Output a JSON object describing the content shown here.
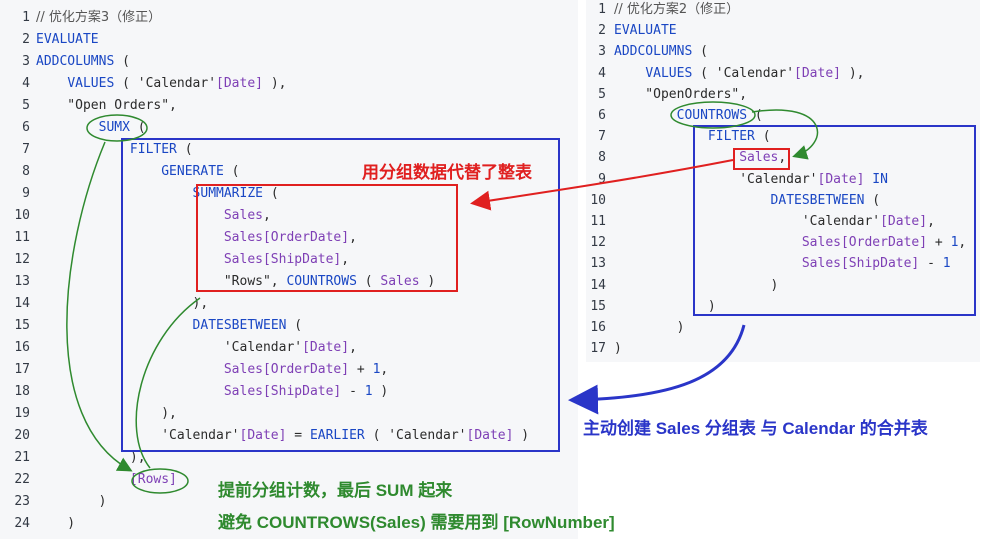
{
  "left": {
    "lines": [
      {
        "n": "1",
        "t": [
          [
            "cm",
            "// 优化方案3（修正）"
          ]
        ]
      },
      {
        "n": "2",
        "t": [
          [
            "kw",
            "EVALUATE"
          ]
        ]
      },
      {
        "n": "3",
        "t": [
          [
            "kw",
            "ADDCOLUMNS"
          ],
          [
            "str",
            " ("
          ]
        ]
      },
      {
        "n": "4",
        "t": [
          [
            "str",
            "    "
          ],
          [
            "kw",
            "VALUES"
          ],
          [
            "str",
            " ( 'Calendar'"
          ],
          [
            "col",
            "[Date]"
          ],
          [
            "str",
            " ),"
          ]
        ]
      },
      {
        "n": "5",
        "t": [
          [
            "str",
            "    \"Open Orders\","
          ]
        ]
      },
      {
        "n": "6",
        "t": [
          [
            "str",
            "        "
          ],
          [
            "kw",
            "SUMX"
          ],
          [
            "str",
            " ("
          ]
        ]
      },
      {
        "n": "7",
        "t": [
          [
            "str",
            "            "
          ],
          [
            "kw",
            "FILTER"
          ],
          [
            "str",
            " ("
          ]
        ]
      },
      {
        "n": "8",
        "t": [
          [
            "str",
            "                "
          ],
          [
            "kw",
            "GENERATE"
          ],
          [
            "str",
            " ("
          ]
        ]
      },
      {
        "n": "9",
        "t": [
          [
            "str",
            "                    "
          ],
          [
            "kw",
            "SUMMARIZE"
          ],
          [
            "str",
            " ("
          ]
        ]
      },
      {
        "n": "10",
        "t": [
          [
            "str",
            "                        "
          ],
          [
            "tbl",
            "Sales"
          ],
          [
            "str",
            ","
          ]
        ]
      },
      {
        "n": "11",
        "t": [
          [
            "str",
            "                        "
          ],
          [
            "tbl",
            "Sales"
          ],
          [
            "col",
            "[OrderDate]"
          ],
          [
            "str",
            ","
          ]
        ]
      },
      {
        "n": "12",
        "t": [
          [
            "str",
            "                        "
          ],
          [
            "tbl",
            "Sales"
          ],
          [
            "col",
            "[ShipDate]"
          ],
          [
            "str",
            ","
          ]
        ]
      },
      {
        "n": "13",
        "t": [
          [
            "str",
            "                        \"Rows\", "
          ],
          [
            "kw",
            "COUNTROWS"
          ],
          [
            "str",
            " ( "
          ],
          [
            "tbl",
            "Sales"
          ],
          [
            "str",
            " )"
          ]
        ]
      },
      {
        "n": "14",
        "t": [
          [
            "str",
            "                    ),"
          ]
        ]
      },
      {
        "n": "15",
        "t": [
          [
            "str",
            "                    "
          ],
          [
            "kw",
            "DATESBETWEEN"
          ],
          [
            "str",
            " ("
          ]
        ]
      },
      {
        "n": "16",
        "t": [
          [
            "str",
            "                        'Calendar'"
          ],
          [
            "col",
            "[Date]"
          ],
          [
            "str",
            ","
          ]
        ]
      },
      {
        "n": "17",
        "t": [
          [
            "str",
            "                        "
          ],
          [
            "tbl",
            "Sales"
          ],
          [
            "col",
            "[OrderDate]"
          ],
          [
            "str",
            " + "
          ],
          [
            "num",
            "1"
          ],
          [
            "str",
            ","
          ]
        ]
      },
      {
        "n": "18",
        "t": [
          [
            "str",
            "                        "
          ],
          [
            "tbl",
            "Sales"
          ],
          [
            "col",
            "[ShipDate]"
          ],
          [
            "str",
            " - "
          ],
          [
            "num",
            "1"
          ],
          [
            "str",
            " )"
          ]
        ]
      },
      {
        "n": "19",
        "t": [
          [
            "str",
            "                ),"
          ]
        ]
      },
      {
        "n": "20",
        "t": [
          [
            "str",
            "                'Calendar'"
          ],
          [
            "col",
            "[Date]"
          ],
          [
            "str",
            " = "
          ],
          [
            "kw",
            "EARLIER"
          ],
          [
            "str",
            " ( 'Calendar'"
          ],
          [
            "col",
            "[Date]"
          ],
          [
            "str",
            " )"
          ]
        ]
      },
      {
        "n": "21",
        "t": [
          [
            "str",
            "            ),"
          ]
        ]
      },
      {
        "n": "22",
        "t": [
          [
            "str",
            "            "
          ],
          [
            "col",
            "[Rows]"
          ]
        ]
      },
      {
        "n": "23",
        "t": [
          [
            "str",
            "        )"
          ]
        ]
      },
      {
        "n": "24",
        "t": [
          [
            "str",
            "    )"
          ]
        ]
      }
    ]
  },
  "right": {
    "lines": [
      {
        "n": "1",
        "t": [
          [
            "cm",
            "// 优化方案2（修正）"
          ]
        ]
      },
      {
        "n": "2",
        "t": [
          [
            "kw",
            "EVALUATE"
          ]
        ]
      },
      {
        "n": "3",
        "t": [
          [
            "kw",
            "ADDCOLUMNS"
          ],
          [
            "str",
            " ("
          ]
        ]
      },
      {
        "n": "4",
        "t": [
          [
            "str",
            "    "
          ],
          [
            "kw",
            "VALUES"
          ],
          [
            "str",
            " ( 'Calendar'"
          ],
          [
            "col",
            "[Date]"
          ],
          [
            "str",
            " ),"
          ]
        ]
      },
      {
        "n": "5",
        "t": [
          [
            "str",
            "    \"OpenOrders\","
          ]
        ]
      },
      {
        "n": "6",
        "t": [
          [
            "str",
            "        "
          ],
          [
            "kw",
            "COUNTROWS"
          ],
          [
            "str",
            " ("
          ]
        ]
      },
      {
        "n": "7",
        "t": [
          [
            "str",
            "            "
          ],
          [
            "kw",
            "FILTER"
          ],
          [
            "str",
            " ("
          ]
        ]
      },
      {
        "n": "8",
        "t": [
          [
            "str",
            "                "
          ],
          [
            "tbl",
            "Sales"
          ],
          [
            "str",
            ","
          ]
        ]
      },
      {
        "n": "9",
        "t": [
          [
            "str",
            "                'Calendar'"
          ],
          [
            "col",
            "[Date]"
          ],
          [
            "str",
            " "
          ],
          [
            "kw",
            "IN"
          ]
        ]
      },
      {
        "n": "10",
        "t": [
          [
            "str",
            "                    "
          ],
          [
            "kw",
            "DATESBETWEEN"
          ],
          [
            "str",
            " ("
          ]
        ]
      },
      {
        "n": "11",
        "t": [
          [
            "str",
            "                        'Calendar'"
          ],
          [
            "col",
            "[Date]"
          ],
          [
            "str",
            ","
          ]
        ]
      },
      {
        "n": "12",
        "t": [
          [
            "str",
            "                        "
          ],
          [
            "tbl",
            "Sales"
          ],
          [
            "col",
            "[OrderDate]"
          ],
          [
            "str",
            " + "
          ],
          [
            "num",
            "1"
          ],
          [
            "str",
            ","
          ]
        ]
      },
      {
        "n": "13",
        "t": [
          [
            "str",
            "                        "
          ],
          [
            "tbl",
            "Sales"
          ],
          [
            "col",
            "[ShipDate]"
          ],
          [
            "str",
            " - "
          ],
          [
            "num",
            "1"
          ]
        ]
      },
      {
        "n": "14",
        "t": [
          [
            "str",
            "                    )"
          ]
        ]
      },
      {
        "n": "15",
        "t": [
          [
            "str",
            "            )"
          ]
        ]
      },
      {
        "n": "16",
        "t": [
          [
            "str",
            "        )"
          ]
        ]
      },
      {
        "n": "17",
        "t": [
          [
            "str",
            ")"
          ]
        ]
      }
    ]
  },
  "annotations": {
    "red_note": "用分组数据代替了整表",
    "blue_note": "主动创建 Sales 分组表 与 Calendar 的合并表",
    "green_note_1": "提前分组计数，最后 SUM 起来",
    "green_note_2": "避免 COUNTROWS(Sales) 需要用到 [RowNumber]"
  },
  "colors": {
    "keyword": "#1a47c4",
    "column": "#7e3fb5",
    "red": "#e02020",
    "blue": "#2a35c8",
    "green": "#2f8a2f"
  }
}
